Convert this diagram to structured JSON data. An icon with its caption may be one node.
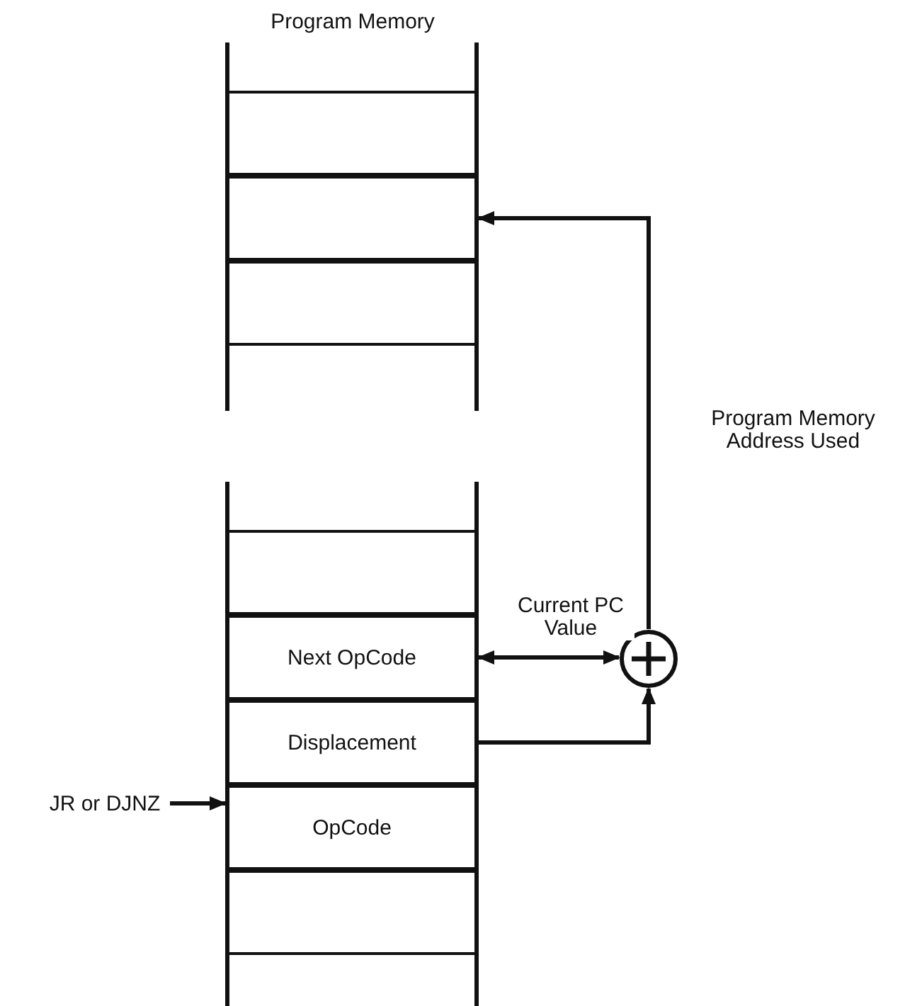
{
  "diagram": {
    "title": "Program Memory",
    "nodes": [
      {
        "text": [],
        "shape": "box"
      },
      {
        "text": [],
        "shape": "box"
      },
      {
        "text": [],
        "shape": "box"
      },
      {
        "text": [],
        "shape": "box"
      },
      {
        "text": [
          "Next OpCode"
        ]
      },
      {
        "text": [],
        "shape": "circle"
      },
      {
        "text": [
          "Displacement"
        ]
      },
      {
        "text": [
          "JR or DJNZ"
        ]
      },
      {
        "text": [
          "OpCode"
        ]
      },
      {
        "text": [],
        "shape": "box"
      }
    ],
    "edges": [
      {
        "from": 5,
        "to": 1,
        "arrow": "to",
        "label": "Program Memory Address Used"
      },
      {
        "from": 4,
        "to": 5,
        "arrow": "both",
        "label": "Current PC Value"
      },
      {
        "from": 6,
        "to": 5,
        "arrow": "to"
      },
      {
        "from": 7,
        "to": 8,
        "arrow": "to"
      }
    ]
  }
}
